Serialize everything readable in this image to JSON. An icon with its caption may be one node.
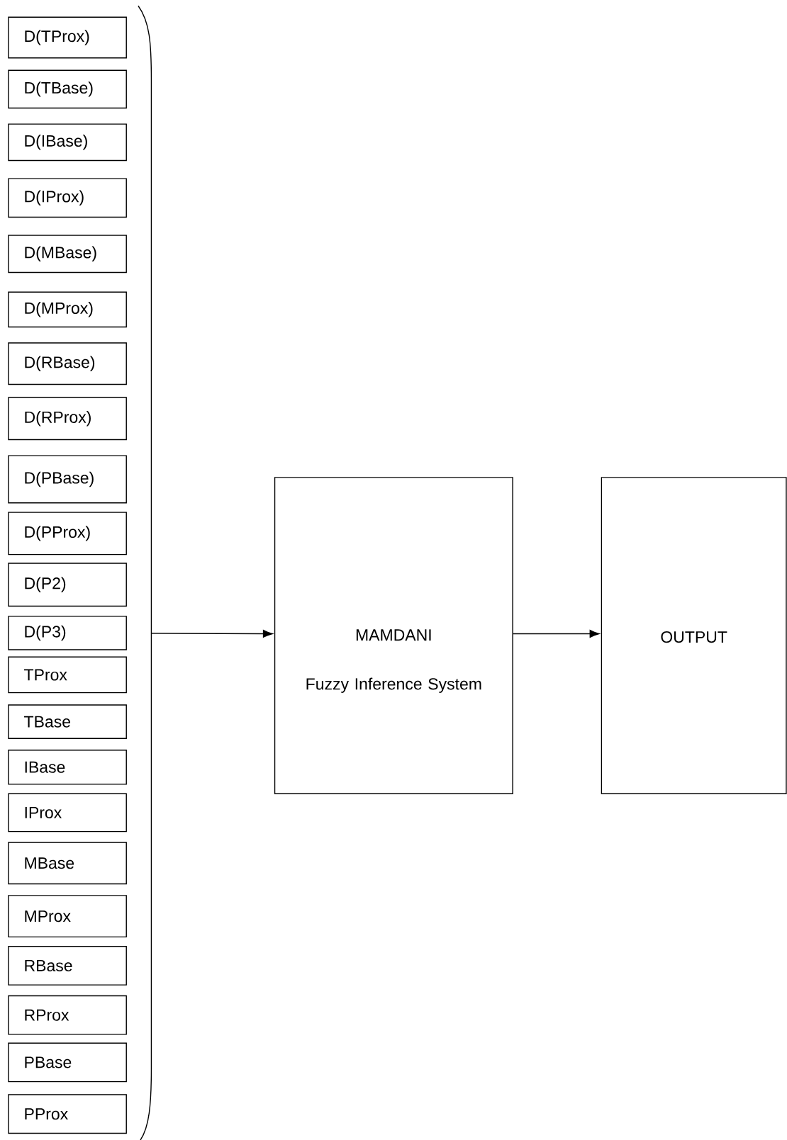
{
  "diagram": {
    "nodes": [
      {
        "text": [
          "D(TProx)"
        ]
      },
      {
        "text": [
          "D(TBase)"
        ]
      },
      {
        "text": [
          "D(IBase)"
        ]
      },
      {
        "text": [
          "D(IProx)"
        ]
      },
      {
        "text": [
          "D(MBase)"
        ]
      },
      {
        "text": [
          "D(MProx)"
        ]
      },
      {
        "text": [
          "D(RBase)"
        ]
      },
      {
        "text": [
          "D(RProx)"
        ]
      },
      {
        "text": [
          "D(PBase)"
        ]
      },
      {
        "text": [
          "D(PProx)"
        ]
      },
      {
        "text": [
          "D(P2)"
        ]
      },
      {
        "text": [
          "D(P3)"
        ]
      },
      {
        "text": [
          "TProx"
        ]
      },
      {
        "text": [
          "TBase"
        ]
      },
      {
        "text": [
          "IBase"
        ]
      },
      {
        "text": [
          "IProx"
        ]
      },
      {
        "text": [
          "MBase"
        ]
      },
      {
        "text": [
          "MProx"
        ]
      },
      {
        "text": [
          "RBase"
        ]
      },
      {
        "text": [
          "RProx"
        ]
      },
      {
        "text": [
          "PBase"
        ]
      },
      {
        "text": [
          "PProx"
        ]
      },
      {
        "text": [],
        "shape": "brace"
      },
      {
        "text": [
          "MAMDANI",
          "Fuzzy Inference System"
        ]
      },
      {
        "text": [
          "OUTPUT"
        ]
      }
    ],
    "edges": [
      {
        "from": 22,
        "to": 23,
        "arrow": "to"
      },
      {
        "from": 23,
        "to": 24,
        "arrow": "to"
      }
    ]
  }
}
